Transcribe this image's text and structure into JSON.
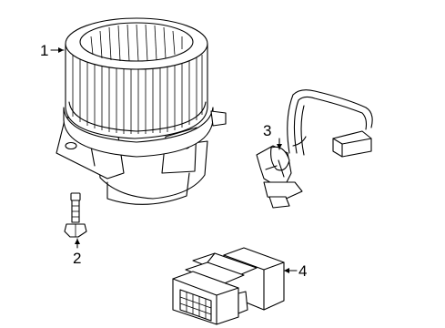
{
  "callouts": [
    {
      "id": "1",
      "label": "1",
      "part": "blower-motor"
    },
    {
      "id": "2",
      "label": "2",
      "part": "screw"
    },
    {
      "id": "3",
      "label": "3",
      "part": "resistor-harness"
    },
    {
      "id": "4",
      "label": "4",
      "part": "control-module"
    }
  ]
}
